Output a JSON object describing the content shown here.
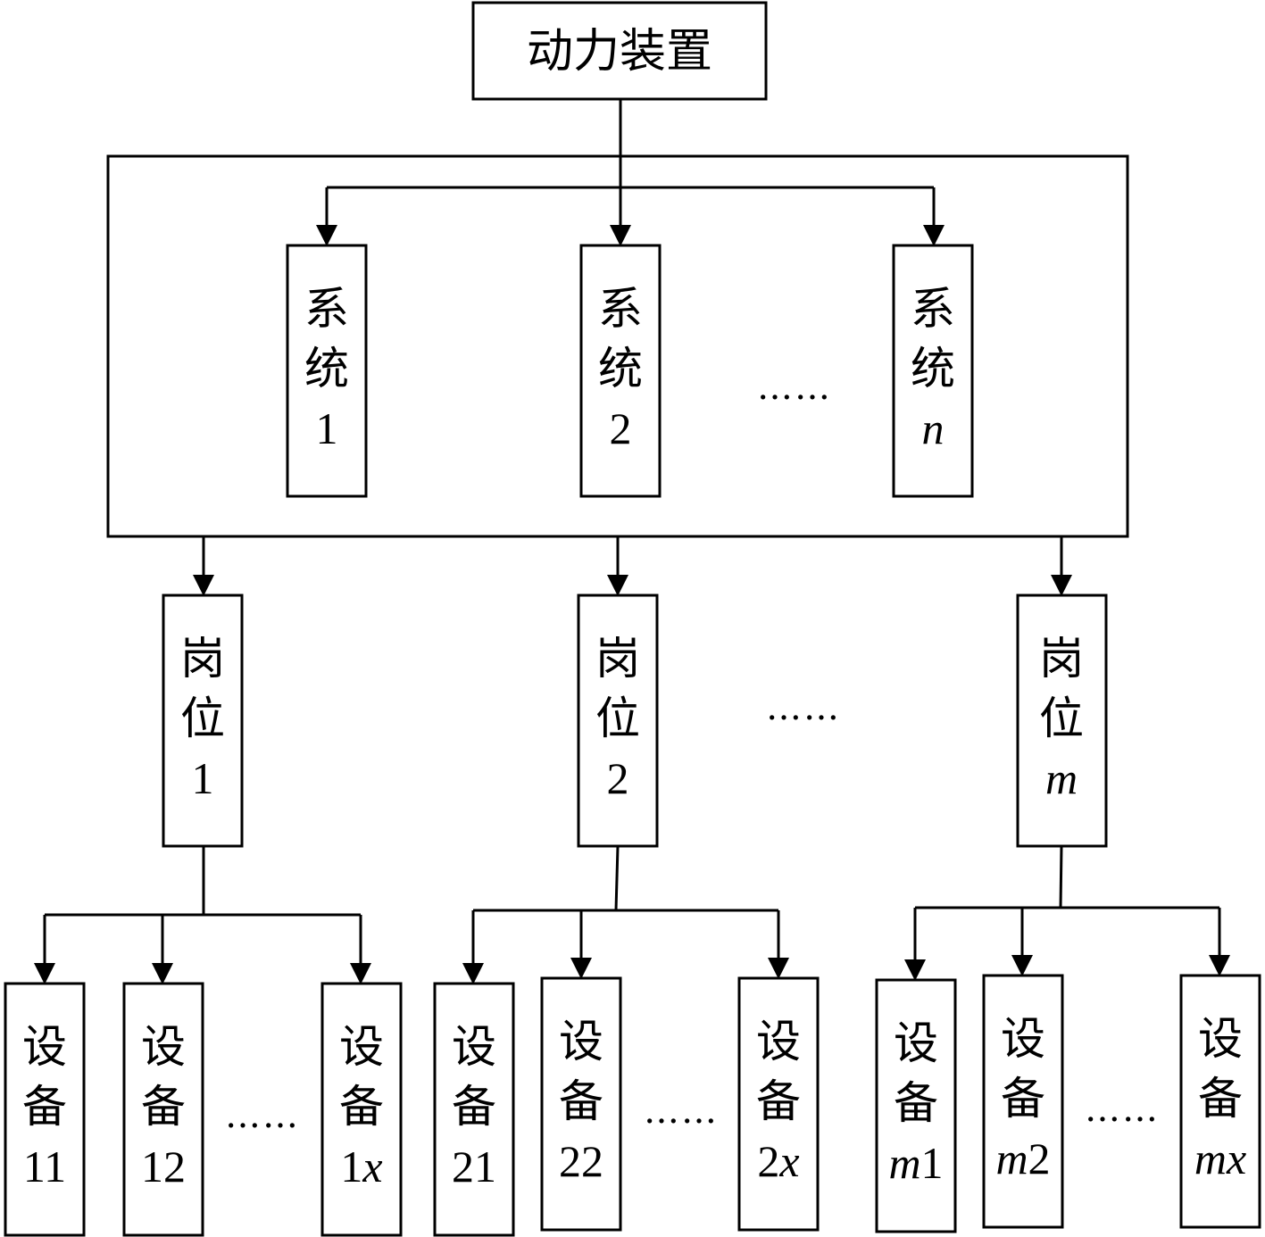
{
  "root": {
    "label": "动力装置"
  },
  "systems": [
    {
      "line1": "系",
      "line2": "统",
      "num": [
        {
          "t": "1",
          "i": false
        }
      ]
    },
    {
      "line1": "系",
      "line2": "统",
      "num": [
        {
          "t": "2",
          "i": false
        }
      ]
    },
    {
      "line1": "系",
      "line2": "统",
      "num": [
        {
          "t": "n",
          "i": true
        }
      ]
    }
  ],
  "posts": [
    {
      "line1": "岗",
      "line2": "位",
      "num": [
        {
          "t": "1",
          "i": false
        }
      ]
    },
    {
      "line1": "岗",
      "line2": "位",
      "num": [
        {
          "t": "2",
          "i": false
        }
      ]
    },
    {
      "line1": "岗",
      "line2": "位",
      "num": [
        {
          "t": "m",
          "i": true
        }
      ]
    }
  ],
  "devices": [
    {
      "line1": "设",
      "line2": "备",
      "num": [
        {
          "t": "11",
          "i": false
        }
      ]
    },
    {
      "line1": "设",
      "line2": "备",
      "num": [
        {
          "t": "12",
          "i": false
        }
      ]
    },
    {
      "line1": "设",
      "line2": "备",
      "num": [
        {
          "t": "1",
          "i": false
        },
        {
          "t": "x",
          "i": true
        }
      ]
    },
    {
      "line1": "设",
      "line2": "备",
      "num": [
        {
          "t": "21",
          "i": false
        }
      ]
    },
    {
      "line1": "设",
      "line2": "备",
      "num": [
        {
          "t": "22",
          "i": false
        }
      ]
    },
    {
      "line1": "设",
      "line2": "备",
      "num": [
        {
          "t": "2",
          "i": false
        },
        {
          "t": "x",
          "i": true
        }
      ]
    },
    {
      "line1": "设",
      "line2": "备",
      "num": [
        {
          "t": "m",
          "i": true
        },
        {
          "t": "1",
          "i": false
        }
      ]
    },
    {
      "line1": "设",
      "line2": "备",
      "num": [
        {
          "t": "m",
          "i": true
        },
        {
          "t": "2",
          "i": false
        }
      ]
    },
    {
      "line1": "设",
      "line2": "备",
      "num": [
        {
          "t": "mx",
          "i": true
        }
      ]
    }
  ],
  "ellipsis": "……"
}
